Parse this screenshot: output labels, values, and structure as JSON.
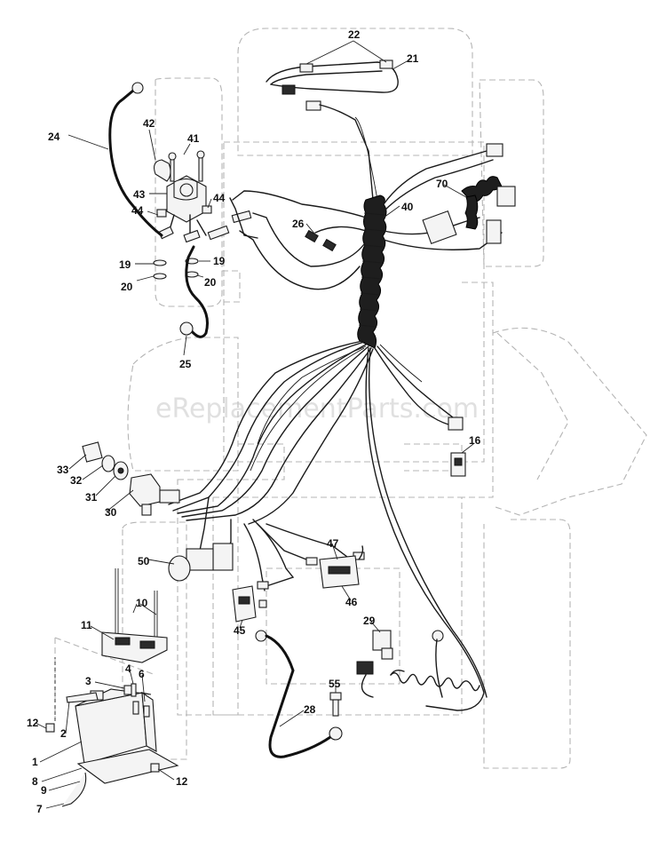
{
  "watermark": "eReplacementParts.com",
  "part_labels": {
    "p1": "1",
    "p2": "2",
    "p3": "3",
    "p4": "4",
    "p6": "6",
    "p7": "7",
    "p8": "8",
    "p9": "9",
    "p10": "10",
    "p11": "11",
    "p12a": "12",
    "p12b": "12",
    "p16": "16",
    "p19a": "19",
    "p19b": "19",
    "p20a": "20",
    "p20b": "20",
    "p21": "21",
    "p22": "22",
    "p24": "24",
    "p25": "25",
    "p26": "26",
    "p28": "28",
    "p29": "29",
    "p30": "30",
    "p31": "31",
    "p32": "32",
    "p33": "33",
    "p40": "40",
    "p41": "41",
    "p42": "42",
    "p43": "43",
    "p44a": "44",
    "p44b": "44",
    "p45": "45",
    "p46": "46",
    "p47": "47",
    "p50": "50",
    "p55": "55",
    "p70": "70"
  }
}
